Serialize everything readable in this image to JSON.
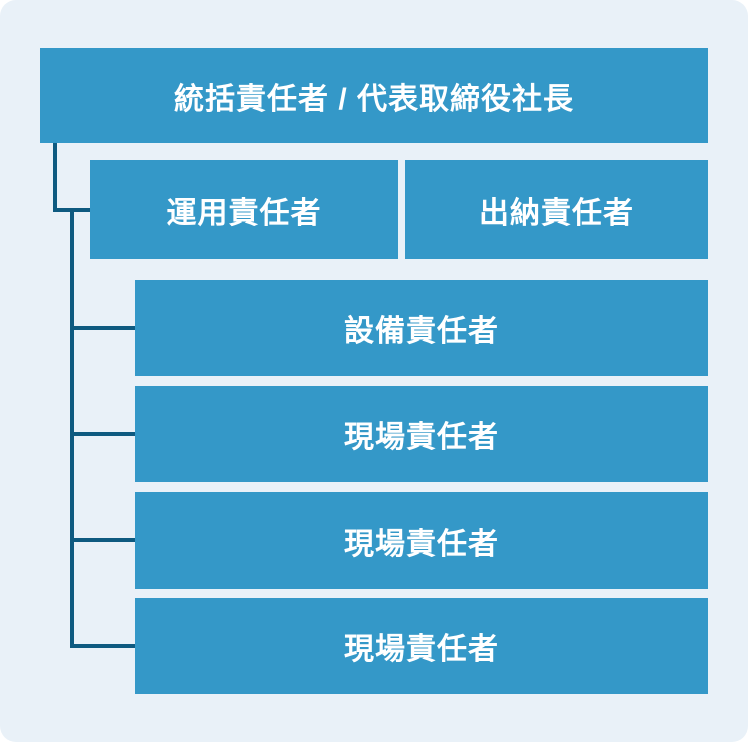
{
  "diagram": {
    "type": "org-chart",
    "colors": {
      "panel_background": "#e9f1f8",
      "box_background": "#3498c8",
      "connector_line": "#0e5a80",
      "box_text": "#ffffff",
      "page_background": "#ffffff"
    },
    "nodes": [
      {
        "id": "root",
        "level": 1,
        "label": "統括責任者 / 代表取締役社長"
      },
      {
        "id": "ops",
        "level": 2,
        "label": "運用責任者"
      },
      {
        "id": "cashier",
        "level": 2,
        "label": "出納責任者"
      },
      {
        "id": "facility",
        "level": 3,
        "label": "設備責任者"
      },
      {
        "id": "site1",
        "level": 3,
        "label": "現場責任者"
      },
      {
        "id": "site2",
        "level": 3,
        "label": "現場責任者"
      },
      {
        "id": "site3",
        "level": 3,
        "label": "現場責任者"
      }
    ],
    "edges": [
      {
        "from": "root",
        "to": "ops"
      },
      {
        "from": "root",
        "to": "facility"
      },
      {
        "from": "root",
        "to": "site1"
      },
      {
        "from": "root",
        "to": "site2"
      },
      {
        "from": "root",
        "to": "site3"
      }
    ]
  }
}
